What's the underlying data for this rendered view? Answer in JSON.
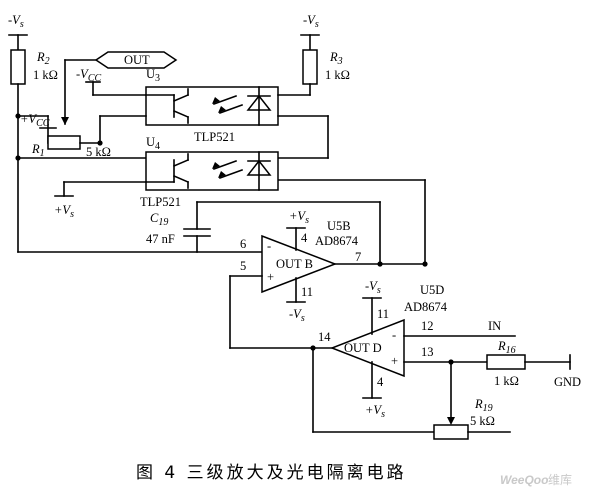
{
  "labels": {
    "vs_minus": "-V",
    "vs_plus": "+V",
    "vs_sub": "s",
    "vcc_minus": "-V",
    "vcc_plus": "+V",
    "vcc_sub": "CC",
    "r2": "R",
    "r2_sub": "2",
    "r2_val": "1 kΩ",
    "r3": "R",
    "r3_sub": "3",
    "r3_val": "1 kΩ",
    "r1": "R",
    "r1_sub": "1",
    "r1_val": "5 kΩ",
    "r16": "R",
    "r16_sub": "16",
    "r16_val": "1 kΩ",
    "r19": "R",
    "r19_sub": "19",
    "r19_val": "5 kΩ",
    "out_port": "OUT",
    "u3": "U",
    "u3_sub": "3",
    "u4": "U",
    "u4_sub": "4",
    "tlp_u3": "TLP521",
    "tlp_u4": "TLP521",
    "c19": "C",
    "c19_sub": "19",
    "c19_val": "47 nF",
    "u5b": "U5B",
    "u5b_part": "AD8674",
    "u5b_out": "OUT B",
    "u5d": "U5D",
    "u5d_part": "AD8674",
    "u5d_out": "OUT D",
    "pin6": "6",
    "pin5": "5",
    "pin7": "7",
    "pin4a": "4",
    "pin11a": "11",
    "pin11b": "11",
    "pin4b": "4",
    "pin12": "12",
    "pin13": "13",
    "pin14": "14",
    "minus": "-",
    "plus": "+",
    "in_port": "IN",
    "gnd": "GND"
  },
  "caption": "图 4    三级放大及光电隔离电路",
  "watermark": {
    "brand": "WeeQoo",
    "suffix": "维库"
  }
}
